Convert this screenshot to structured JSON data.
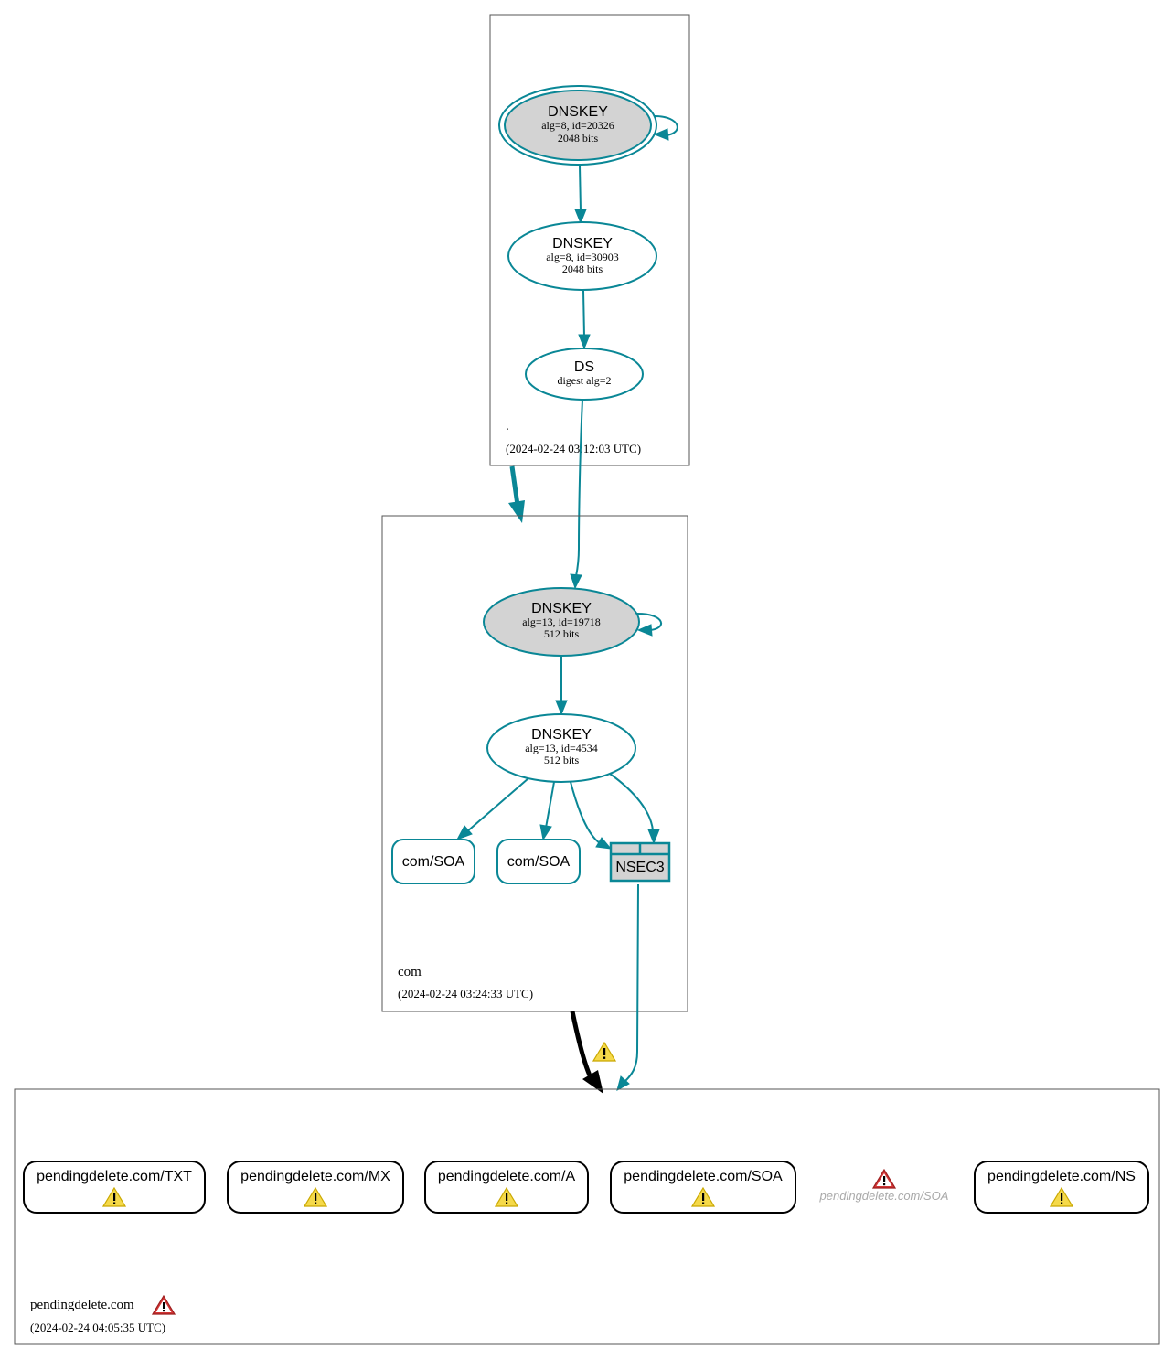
{
  "zones": {
    "root": {
      "name": ".",
      "timestamp": "(2024-02-24 03:12:03 UTC)",
      "nodes": {
        "ksk": {
          "title": "DNSKEY",
          "line1": "alg=8, id=20326",
          "line2": "2048 bits"
        },
        "zsk": {
          "title": "DNSKEY",
          "line1": "alg=8, id=30903",
          "line2": "2048 bits"
        },
        "ds": {
          "title": "DS",
          "line1": "digest alg=2"
        }
      }
    },
    "com": {
      "name": "com",
      "timestamp": "(2024-02-24 03:24:33 UTC)",
      "nodes": {
        "ksk": {
          "title": "DNSKEY",
          "line1": "alg=13, id=19718",
          "line2": "512 bits"
        },
        "zsk": {
          "title": "DNSKEY",
          "line1": "alg=13, id=4534",
          "line2": "512 bits"
        },
        "soa1": {
          "label": "com/SOA"
        },
        "soa2": {
          "label": "com/SOA"
        },
        "nsec3": {
          "label": "NSEC3"
        }
      }
    },
    "pendingdelete": {
      "name": "pendingdelete.com",
      "timestamp": "(2024-02-24 04:05:35 UTC)",
      "records": [
        {
          "label": "pendingdelete.com/TXT",
          "status": "warning"
        },
        {
          "label": "pendingdelete.com/MX",
          "status": "warning"
        },
        {
          "label": "pendingdelete.com/A",
          "status": "warning"
        },
        {
          "label": "pendingdelete.com/SOA",
          "status": "warning"
        }
      ],
      "ghost_record": {
        "label": "pendingdelete.com/SOA",
        "status": "error"
      },
      "ns_record": {
        "label": "pendingdelete.com/NS",
        "status": "warning"
      },
      "zone_status": "error"
    }
  },
  "delegations": [
    {
      "from": ".",
      "to": "com",
      "status": "secure"
    },
    {
      "from": "com",
      "to": "pendingdelete.com",
      "status": "insecure",
      "warning": true
    }
  ],
  "colors": {
    "secure": "#0a8796",
    "insecure": "#000000",
    "ksk_fill": "#d3d3d3",
    "warning_yellow": "#f5d94a",
    "error_red": "#d23535",
    "ghost_text": "#aaaaaa"
  }
}
